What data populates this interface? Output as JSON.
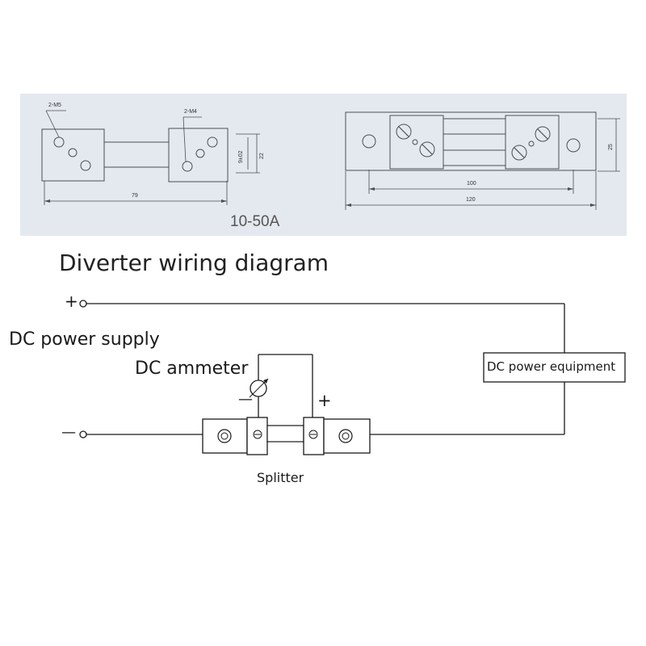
{
  "dimension_drawing": {
    "left_view": {
      "hole_label_a": "2-M5",
      "hole_label_b": "2-M4",
      "height_dim_inner": "9±02",
      "height_dim_outer": "22",
      "length_dim": "79"
    },
    "right_view": {
      "height_dim": "25",
      "inner_length_dim": "100",
      "outer_length_dim": "120"
    },
    "rating_label": "10-50A"
  },
  "wiring": {
    "title": "Diverter wiring diagram",
    "supply_label": "DC power supply",
    "supply_plus": "+",
    "supply_minus": "—",
    "ammeter_label": "DC ammeter",
    "ammeter_minus": "—",
    "ammeter_plus": "+",
    "equipment_label": "DC power equipment",
    "shunt_label": "Splitter"
  }
}
